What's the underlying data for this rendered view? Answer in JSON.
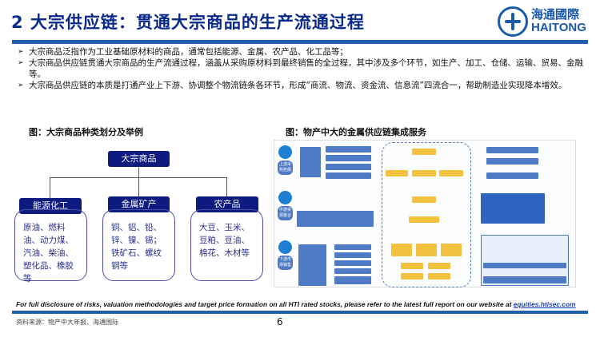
{
  "header": {
    "title": "2 大宗供应链：贯通大宗商品的生产流通过程",
    "logo_cn": "海通國際",
    "logo_en": "HAITONG"
  },
  "bullets": [
    "大宗商品泛指作为工业基础原材料的商品，通常包括能源、金属、农产品、化工品等；",
    "大宗商品供应链贯通大宗商品的生产流通过程，涵盖从采购原材料到最终销售的全过程，其中涉及多个环节，如生产、加工、仓储、运输、贸易、金融等。",
    "大宗商品供应链的本质是打通产业上下游、协调整个物流链条各环节，形成“商流、物流、资金流、信息流”四流合一，帮助制造业实现降本增效。"
  ],
  "left_figure": {
    "title": "图：大宗商品种类划分及举例",
    "root": "大宗商品",
    "categories": [
      {
        "label": "能源化工",
        "items": "原油、燃料油、动力煤、汽油、柴油、塑化品、橡胶等"
      },
      {
        "label": "金属矿产",
        "items": "铜、铝、铅、锌、镍、锡；铁矿石、螺纹钢等"
      },
      {
        "label": "农产品",
        "items": "大豆、玉米、豆粕、豆油、棉花、木材等"
      }
    ]
  },
  "right_figure": {
    "title": "图：物产中大的金属供应链集成服务",
    "stages": [
      "上游采购拓展",
      "中游资源整合",
      "下游市场销售"
    ]
  },
  "footer": {
    "disclaimer": "For full disclosure of risks, valuation methodologies and target price formation on all HTI rated stocks, please refer to the latest full report on our website at ",
    "link": "equities.htisec.com",
    "source": "资料来源：物产中大年报、海通国际",
    "page": "6"
  }
}
